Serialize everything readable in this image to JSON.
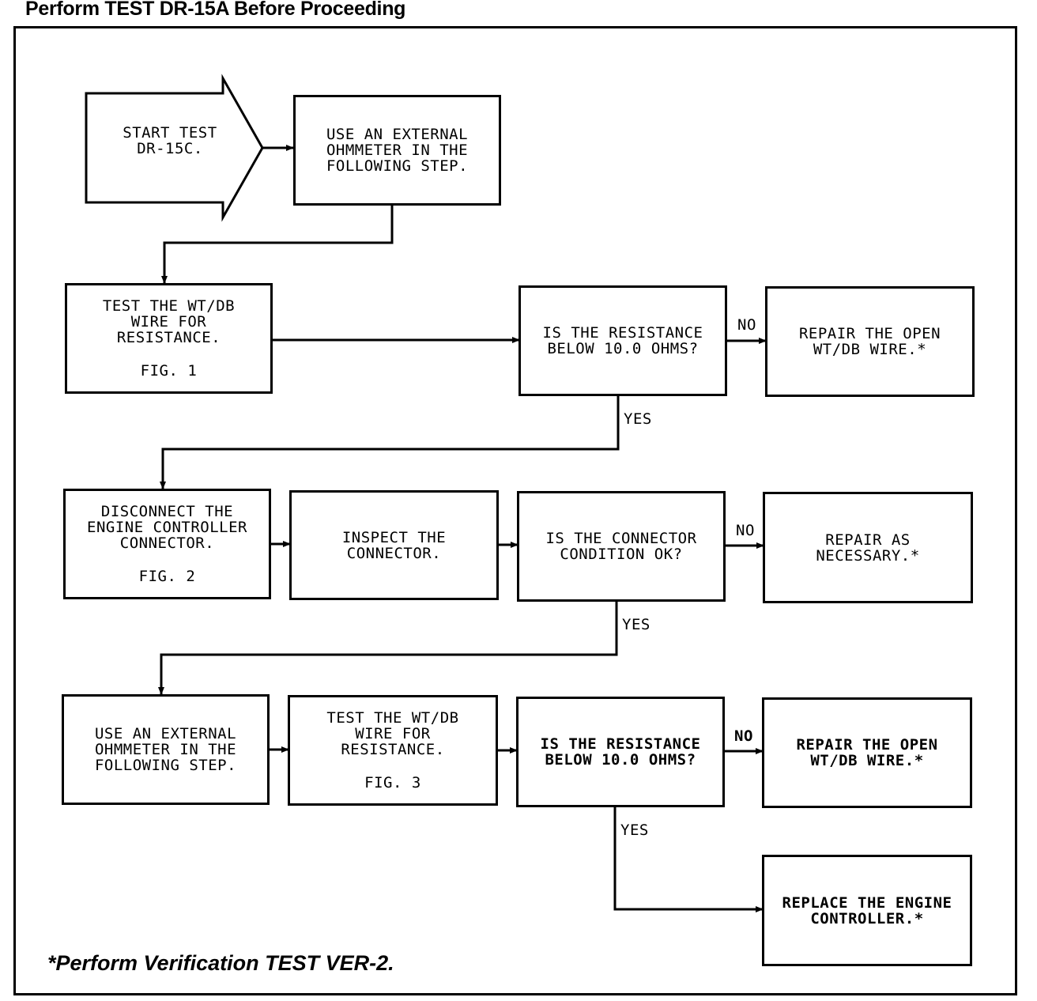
{
  "header": "Perform TEST DR-15A Before Proceeding",
  "start": {
    "lines": "START TEST\nDR-15C."
  },
  "steps": {
    "s1": {
      "lines": "USE AN EXTERNAL\nOHMMETER IN THE\nFOLLOWING STEP."
    },
    "s2": {
      "lines": "TEST THE WT/DB\nWIRE FOR\nRESISTANCE.",
      "fig": "FIG. 1"
    },
    "d1": {
      "lines": "IS THE RESISTANCE\nBELOW 10.0 OHMS?"
    },
    "r1": {
      "lines": "REPAIR THE OPEN\nWT/DB WIRE.*"
    },
    "s3": {
      "lines": "DISCONNECT THE\nENGINE CONTROLLER\nCONNECTOR.",
      "fig": "FIG. 2"
    },
    "s4": {
      "lines": "INSPECT THE\nCONNECTOR."
    },
    "d2": {
      "lines": "IS THE CONNECTOR\nCONDITION OK?"
    },
    "r2": {
      "lines": "REPAIR AS\nNECESSARY.*"
    },
    "s5": {
      "lines": "USE AN EXTERNAL\nOHMMETER IN THE\nFOLLOWING STEP."
    },
    "s6": {
      "lines": "TEST THE WT/DB\nWIRE FOR\nRESISTANCE.",
      "fig": "FIG. 3"
    },
    "d3": {
      "lines": "IS THE RESISTANCE\nBELOW 10.0 OHMS?"
    },
    "r3": {
      "lines": "REPAIR THE OPEN\nWT/DB WIRE.*"
    },
    "r4": {
      "lines": "REPLACE THE ENGINE\nCONTROLLER.*"
    }
  },
  "labels": {
    "no": "NO",
    "yes": "YES"
  },
  "footnote": "*Perform Verification TEST VER-2."
}
